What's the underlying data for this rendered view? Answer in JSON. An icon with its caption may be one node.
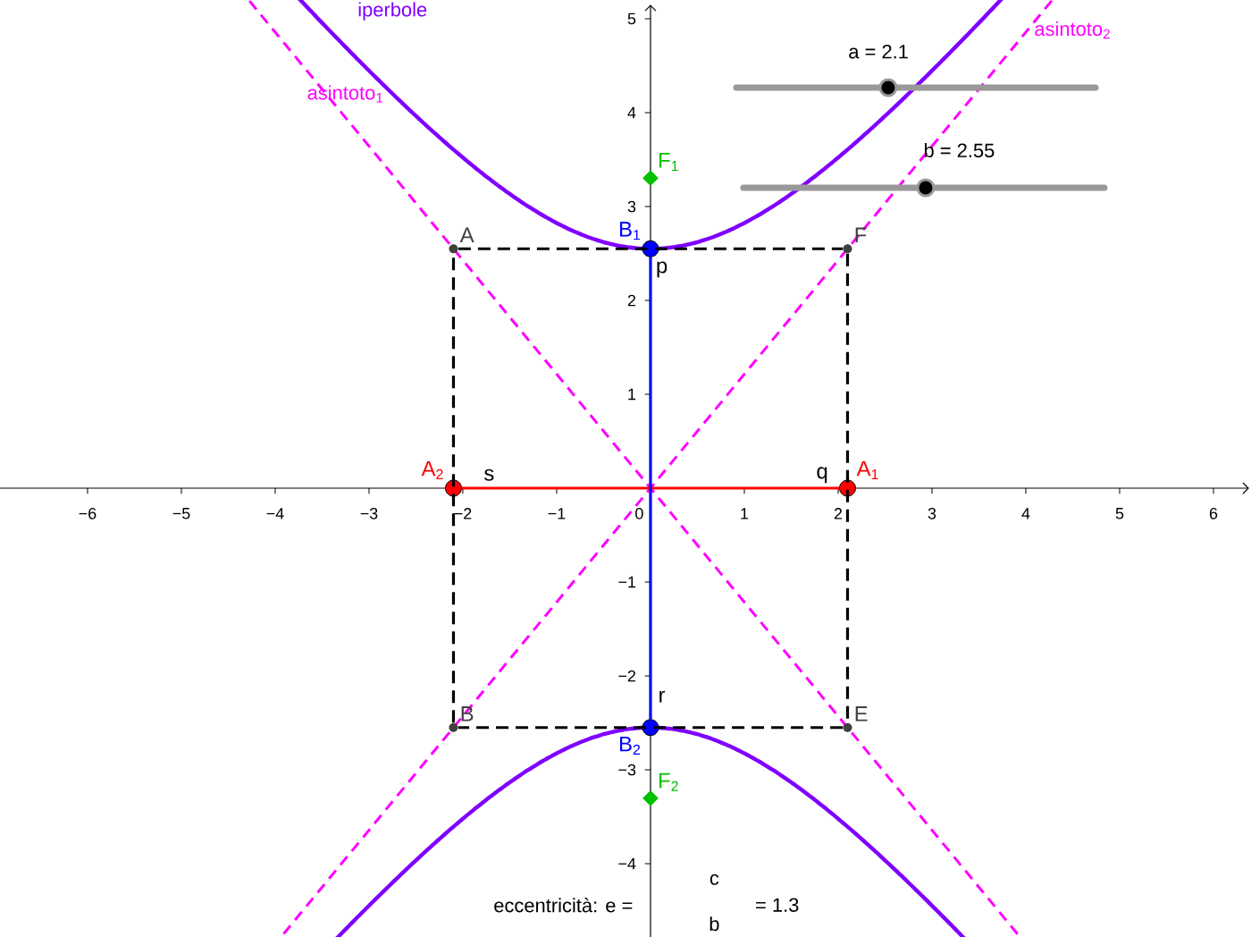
{
  "diagram": {
    "nodes": [
      {
        "text": [
          "F$_{1}$"
        ]
      },
      {
        "text": [
          "B$_{1}$"
        ]
      },
      {
        "text": [
          "A"
        ]
      },
      {
        "text": [
          "F"
        ]
      },
      {
        "text": [
          "A$_{2}$"
        ]
      },
      {
        "text": [
          "A$_{1}$"
        ]
      },
      {
        "text": [
          "B"
        ]
      },
      {
        "text": [
          "E"
        ]
      },
      {
        "text": [
          "B$_{2}$"
        ]
      },
      {
        "text": [
          "F$_{2}$"
        ]
      }
    ],
    "edges": [
      {
        "from": 2,
        "to": 3,
        "arrow": "none",
        "label": "p",
        "style": "dashed"
      },
      {
        "from": 3,
        "to": 7,
        "arrow": "none",
        "label": "q",
        "style": "dashed"
      },
      {
        "from": 7,
        "to": 6,
        "arrow": "none",
        "label": "r",
        "style": "dashed"
      },
      {
        "from": 6,
        "to": 2,
        "arrow": "none",
        "label": "s",
        "style": "dashed"
      },
      {
        "from": 4,
        "to": 5,
        "arrow": "none",
        "color": "#ff0000"
      },
      {
        "from": 8,
        "to": 1,
        "arrow": "none",
        "color": "#0000ff"
      }
    ],
    "labels": [
      "iperbole",
      "asintoto$_{2}$",
      "asintoto$_{1}$",
      "a = 2.1",
      "b = 2.55",
      "5",
      "4",
      "3",
      "2",
      "1",
      "−6",
      "−5",
      "−4",
      "−3",
      "−2",
      "−1",
      "0",
      "1",
      "2",
      "3",
      "4",
      "5",
      "6",
      "−1",
      "−2",
      "−3",
      "−4",
      "eccentricità: e =",
      "c",
      "b",
      "= 1.3"
    ]
  }
}
